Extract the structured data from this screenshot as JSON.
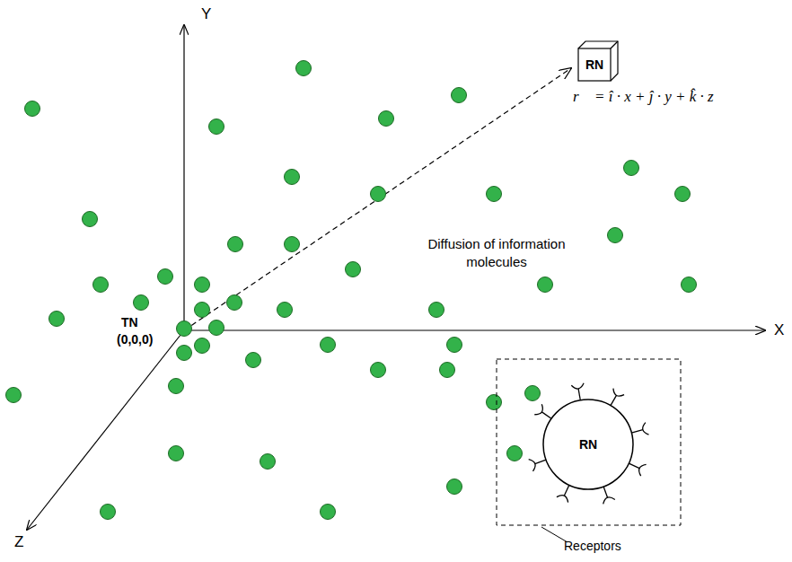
{
  "diagram": {
    "nodes": [
      {
        "text": [
          "RN"
        ]
      },
      {
        "text": [
          "RN"
        ]
      }
    ],
    "labels": [
      "Y",
      "X",
      "Z",
      "TN",
      "(0,0,0)",
      "r⃗ = î · x + ĵ · y + k̂ · z",
      "Diffusion of information molecules",
      "Receptors"
    ]
  }
}
